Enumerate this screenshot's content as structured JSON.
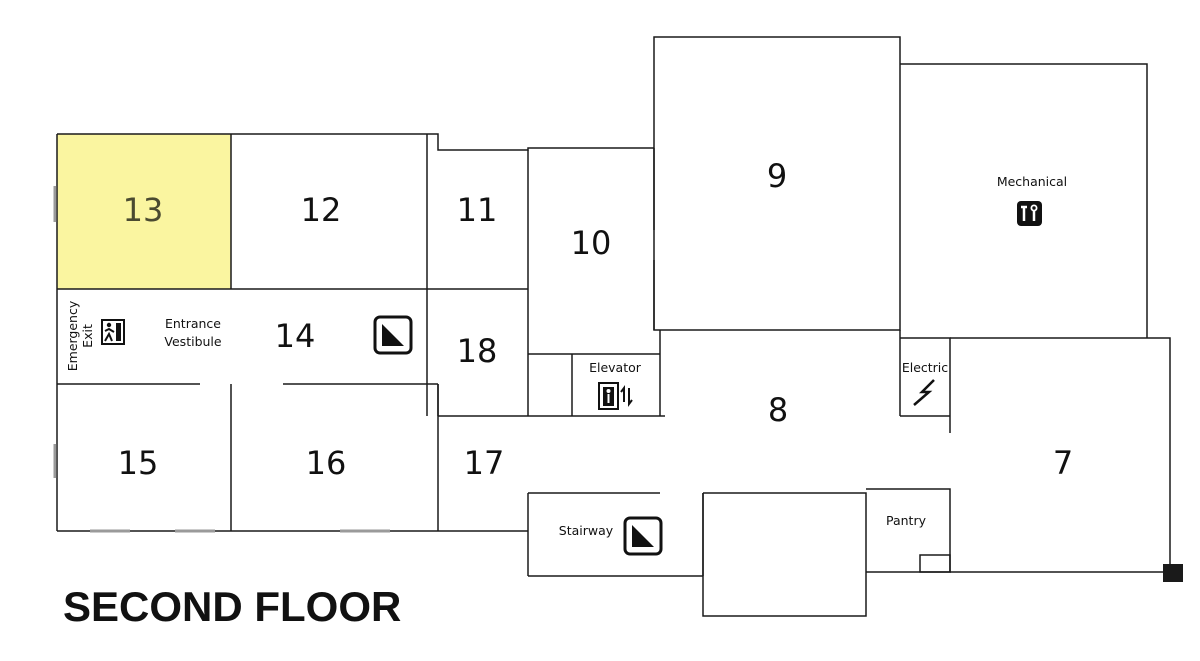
{
  "title": "SECOND FLOOR",
  "highlight_color": "#faf5a0",
  "rooms": {
    "r7": "7",
    "r8": "8",
    "r9": "9",
    "r10": "10",
    "r11": "11",
    "r12": "12",
    "r13": "13",
    "r14": "14",
    "r15": "15",
    "r16": "16",
    "r17": "17",
    "r18": "18"
  },
  "labels": {
    "mechanical": "Mechanical",
    "electric": "Electric",
    "elevator": "Elevator",
    "stairway": "Stairway",
    "pantry": "Pantry",
    "entrance_line1": "Entrance",
    "entrance_line2": "Vestibule",
    "emergency_line1": "Emergency",
    "emergency_line2": "Exit"
  },
  "icons": {
    "mechanical": "tools-icon",
    "electric": "lightning-icon",
    "elevator": "elevator-icon",
    "stairs": "stairs-icon",
    "exit": "emergency-exit-icon"
  }
}
